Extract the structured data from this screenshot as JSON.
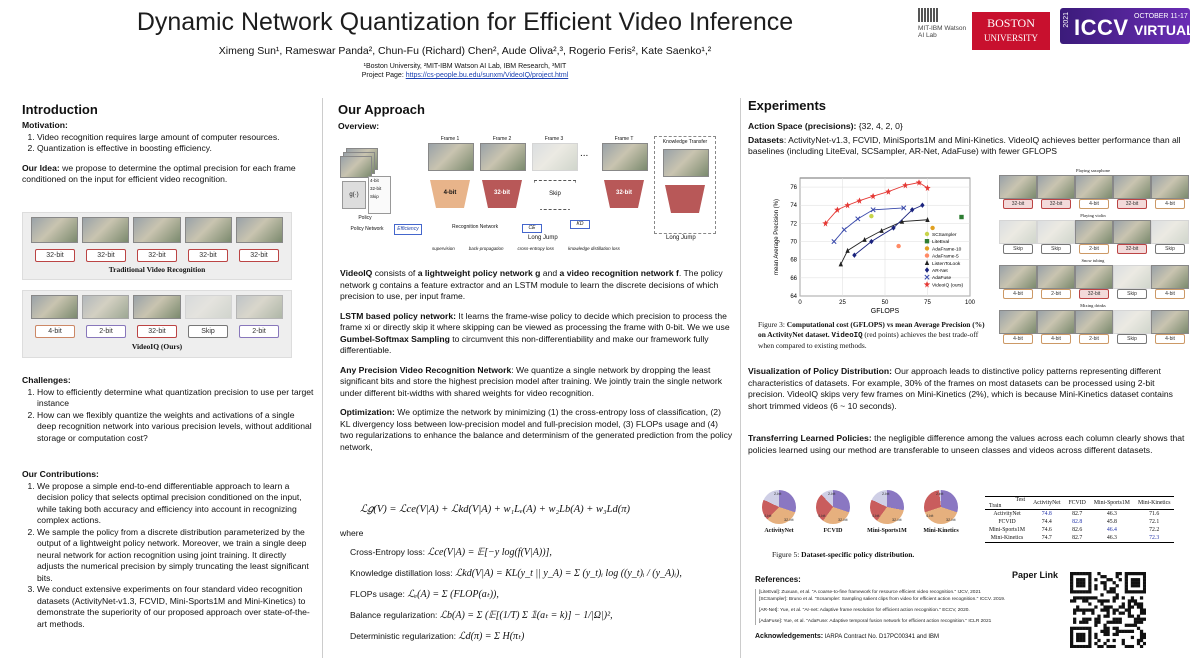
{
  "header": {
    "title": "Dynamic Network Quantization for Efficient Video Inference",
    "authors": "Ximeng Sun¹, Rameswar Panda², Chun-Fu (Richard) Chen², Aude Oliva²,³, Rogerio Feris², Kate Saenko¹,²",
    "affiliations": "¹Boston University, ²MIT-IBM Watson AI Lab, IBM Research, ³MIT",
    "project_label": "Project Page: ",
    "project_url": "https://cs-people.bu.edu/sunxm/VideoIQ/project.html"
  },
  "logos": {
    "mit_ibm": "MIT-IBM Watson AI Lab",
    "bu_line1": "BOSTON",
    "bu_line2": "UNIVERSITY",
    "iccv_year": "2021",
    "iccv_name": "ICCV",
    "iccv_dates": "OCTOBER 11-17",
    "iccv_virtual": "VIRTUAL"
  },
  "intro": {
    "heading": "Introduction",
    "motivation_label": "Motivation:",
    "motivation": [
      "Video recognition requires large amount of computer resources.",
      "Quantization is effective in boosting efficiency."
    ],
    "idea_label": "Our Idea:",
    "idea": " we propose to determine the optimal precision for each frame conditioned on the input for efficient video recognition.",
    "fig_traditional_bits": [
      "32-bit",
      "32-bit",
      "32-bit",
      "32-bit",
      "32-bit"
    ],
    "fig_traditional_caption": "Traditional Video Recognition",
    "fig_videoiq_bits": [
      "4-bit",
      "2-bit",
      "32-bit",
      "Skip",
      "2-bit"
    ],
    "fig_videoiq_caption": "VideoIQ (Ours)",
    "challenges_label": "Challenges:",
    "challenges": [
      "How to efficiently determine what quantization precision to use per target instance",
      "How can we flexibly quantize the weights and activations of a single deep recognition network into various precision levels, without additional storage or computation cost?"
    ],
    "contrib_label": "Our Contributions:",
    "contributions": [
      "We propose a simple end-to-end differentiable approach to learn a decision policy that selects optimal precision conditioned on the input, while taking both accuracy and efficiency into account in recognizing complex actions.",
      "We sample the policy from a discrete distribution parameterized by the output of a lightweight policy network. Moreover, we train a single deep neural network for action recognition using joint training. It directly adjusts the numerical precision by simply truncating the least significant bits.",
      "We conduct extensive experiments on four standard video recognition datasets (ActivityNet-v1.3, FCVID, Mini-Sports1M and Mini-Kinetics) to demonstrate the superiority of our proposed approach over state-of-the-art methods."
    ]
  },
  "approach": {
    "heading": "Our Approach",
    "overview_label": "Overview:",
    "diagram": {
      "frames": [
        "Frame 1",
        "Frame 2",
        "Frame 3",
        "Frame T"
      ],
      "dots": "...",
      "knowledge_transfer": "Knowledge Transfer",
      "policy_network": "Policy Network",
      "policy": "Policy",
      "efficiency": "Efficiency",
      "recognition_network": "Recognition Network",
      "long_jump": "Long Jump",
      "bits": [
        "4-bit",
        "32-bit",
        "Skip",
        "32-bit"
      ],
      "g": "g(·)",
      "policy_options": [
        "4-bit",
        "32-bit",
        "Skip"
      ],
      "ce": "CE",
      "kd": "KD",
      "legend": [
        "supervision",
        "back-propagation",
        "cross-entropy loss",
        "knowledge distillation loss"
      ]
    },
    "p1_b1": "VideoIQ",
    "p1_t1": " consists of ",
    "p1_b2": "a lightweight policy network g",
    "p1_t2": " and ",
    "p1_b3": "a video recognition network f",
    "p1_t3": ". The policy network g contains a feature extractor and an LSTM module to learn the discrete decisions of which precision to use, per input frame.",
    "lstm_label": "LSTM based policy network:",
    "lstm_t1": " It learns the frame-wise policy to decide which precision to process the frame xi or directly skip it where skipping can be viewed as processing the frame with 0-bit. We we use ",
    "lstm_b": "Gumbel-Softmax Sampling",
    "lstm_t2": " to circumvent this non-differentiability and make our framework fully differentiable.",
    "any_label": "Any Precision Video Recognition Network",
    "any_text": ": We quantize a single network by dropping the least significant bits and store the highest precision model after training. We jointly train the single network under different bit-widths with shared weights for video recognition.",
    "opt_label": "Optimization:",
    "opt_text": " We optimize the network by minimizing (1) the cross-entropy loss of classification, (2) KL divergency loss between low-precision model and full-precision model, (3) FLOPs usage and (4) two regularizations to enhance the balance and determinism of the generated prediction from the policy network,",
    "main_formula": "ℒ𝑔(V) = ℒce(V|A) + ℒkd(V|A) + w₁Lₑ(A) + w₂Lb(A) + w₃Ld(π)",
    "where": "where",
    "losses": [
      {
        "label": "Cross-Entropy loss:",
        "formula": "ℒce(V|A) = 𝔼[−y log(f(V|A))],"
      },
      {
        "label": "Knowledge distillation loss:",
        "formula": "ℒkd(V|A) = KL(y_t || y_A) = Σ (y_t)ᵢ log ((y_t)ᵢ / (y_A)ᵢ),"
      },
      {
        "label": "FLOPs usage:",
        "formula": "ℒₑ(A) = Σ (FLOP(aₜ)),"
      },
      {
        "label": "Balance regularization:",
        "formula": "ℒb(A) = Σ (𝔼[(1/T) Σ 𝟙(aₜ = k)] − 1/|Ω|)²,"
      },
      {
        "label": "Deterministic regularization:",
        "formula": "ℒd(π) = Σ H(πₜ)"
      }
    ]
  },
  "experiments": {
    "heading": "Experiments",
    "action_space_label": "Action Space (precisions):",
    "action_space": " {32, 4, 2, 0}",
    "datasets_label": "Datasets",
    "datasets_text": ": ActivityNet-v1.3, FCVID, MiniSports1M and Mini-Kinetics. VideoIQ achieves better performance than all baselines (including LiteEval, SCSampler, AR-Net, AdaFuse) with fewer GFLOPS",
    "fig3_caption_prefix": "Figure 3: ",
    "fig3_caption_bold": "Computational cost (GFLOPS) vs mean Average Precision (%) on ActivityNet dataset.",
    "fig3_caption_code": "VideoIQ",
    "fig3_caption_rest": " (red points) achieves the best trade-off when compared to existing methods.",
    "vis_label": "Visualization of Policy Distribution:",
    "vis_text": " Our approach leads to distinctive policy patterns representing different characteristics of datasets. For example, 30% of the frames on most datasets can be processed using 2-bit precision. VideoIQ skips very few frames on Mini-Kinetics (2%), which is because Mini-Kinetics dataset contains short trimmed videos (6 ~ 10 seconds).",
    "transfer_label": "Transferring Learned Policies:",
    "transfer_text": " the negligible difference among the values across each column clearly shows that policies learned using our method are transferable to unseen classes and videos across different datasets.",
    "pies": [
      "ActivityNet",
      "FCVID",
      "Mini-Sports1M",
      "Mini-Kinetics"
    ],
    "pie_labels": [
      "2-bit",
      "4-bit",
      "32-bit",
      "Skip"
    ],
    "fig5_caption_prefix": "Figure 5: ",
    "fig5_caption_bold": "Dataset-specific policy distribution.",
    "table": {
      "corner_top": "Test",
      "corner_bottom": "Train",
      "cols": [
        "ActivityNet",
        "FCVID",
        "Mini-Sports1M",
        "Mini-Kinetics"
      ],
      "rows": [
        {
          "name": "ActivityNet",
          "vals": [
            "74.8",
            "82.7",
            "46.3",
            "71.6"
          ]
        },
        {
          "name": "FCVID",
          "vals": [
            "74.4",
            "82.8",
            "45.8",
            "72.1"
          ]
        },
        {
          "name": "Mini-Sports1M",
          "vals": [
            "74.6",
            "82.6",
            "46.4",
            "72.2"
          ]
        },
        {
          "name": "Mini-Kinetics",
          "vals": [
            "74.7",
            "82.7",
            "46.3",
            "72.3"
          ]
        }
      ]
    },
    "qual": {
      "titles": [
        "Playing saxophone",
        "Playing violin",
        "Snow tubing",
        "Mixing drinks"
      ],
      "rows": [
        [
          "32-bit",
          "32-bit",
          "4-bit",
          "32-bit",
          "4-bit"
        ],
        [
          "Skip",
          "Skip",
          "2-bit",
          "32-bit",
          "Skip"
        ],
        [
          "4-bit",
          "2-bit",
          "32-bit",
          "Skip",
          "4-bit"
        ],
        [
          "4-bit",
          "4-bit",
          "2-bit",
          "Skip",
          "4-bit"
        ]
      ]
    },
    "references_label": "References:",
    "references": [
      "[LiteEval]: Zuxuan, et al. \"A coarse-to-fine framework for resource efficient video recognition.\" IJCV, 2021",
      "[SCSampler]: Bruno et al. \"Scsampler: Sampling salient clips from video for efficient action recognition.\" ICCV. 2019.",
      "[AR-Net]: Yue, et al. \"Ar-net: Adaptive frame resolution for efficient action recognition.\" ECCV, 2020.",
      "[AdaFuse]: Yue, et al. \"AdaFuse: Adaptive temporal fusion network for efficient action recognition.\" ICLR 2021"
    ],
    "ack_label": "Acknowledgements:",
    "ack_text": " IARPA Contract No. D17PC00341 and IBM",
    "paper_link": "Paper Link"
  },
  "chart_data": {
    "type": "scatter",
    "title": "",
    "xlabel": "GFLOPS",
    "ylabel": "mean Average Precision (%)",
    "xlim": [
      0,
      100
    ],
    "ylim": [
      64,
      77
    ],
    "xticks": [
      0,
      25,
      50,
      75,
      100
    ],
    "yticks": [
      64,
      66,
      68,
      70,
      72,
      74,
      76
    ],
    "legend_position": "lower-right",
    "series": [
      {
        "name": "SCSampler",
        "color": "#c8d44a",
        "marker": "circle",
        "points": [
          [
            42,
            72.8
          ]
        ]
      },
      {
        "name": "LiteEval",
        "color": "#2e7d32",
        "marker": "square",
        "points": [
          [
            95,
            72.7
          ]
        ]
      },
      {
        "name": "AdaFrame-10",
        "color": "#e0a020",
        "marker": "circle",
        "points": [
          [
            78,
            71.5
          ]
        ]
      },
      {
        "name": "AdaFrame-5",
        "color": "#ff8a65",
        "marker": "circle",
        "points": [
          [
            58,
            69.5
          ]
        ]
      },
      {
        "name": "ListenToLook",
        "color": "#222222",
        "marker": "triangle",
        "lines": true,
        "points": [
          [
            24,
            67.5
          ],
          [
            28,
            69
          ],
          [
            38,
            70.2
          ],
          [
            48,
            71.2
          ],
          [
            60,
            72.2
          ],
          [
            75,
            72.4
          ]
        ]
      },
      {
        "name": "AR-Net",
        "color": "#1a237e",
        "marker": "diamond",
        "lines": true,
        "points": [
          [
            32,
            68.5
          ],
          [
            42,
            70
          ],
          [
            55,
            71.5
          ],
          [
            66,
            73.5
          ],
          [
            72,
            74
          ]
        ]
      },
      {
        "name": "AdaFuse",
        "color": "#3949ab",
        "marker": "cross",
        "lines": true,
        "points": [
          [
            20,
            70
          ],
          [
            26,
            71.3
          ],
          [
            34,
            72.5
          ],
          [
            43,
            73.5
          ],
          [
            61,
            73.7
          ]
        ]
      },
      {
        "name": "VideoIQ (ours)",
        "color": "#e53935",
        "marker": "star",
        "lines": true,
        "points": [
          [
            15,
            72
          ],
          [
            22,
            73.5
          ],
          [
            28,
            74
          ],
          [
            35,
            74.5
          ],
          [
            43,
            75
          ],
          [
            52,
            75.5
          ],
          [
            62,
            76.2
          ],
          [
            70,
            76.5
          ],
          [
            75,
            75.9
          ]
        ]
      }
    ]
  }
}
